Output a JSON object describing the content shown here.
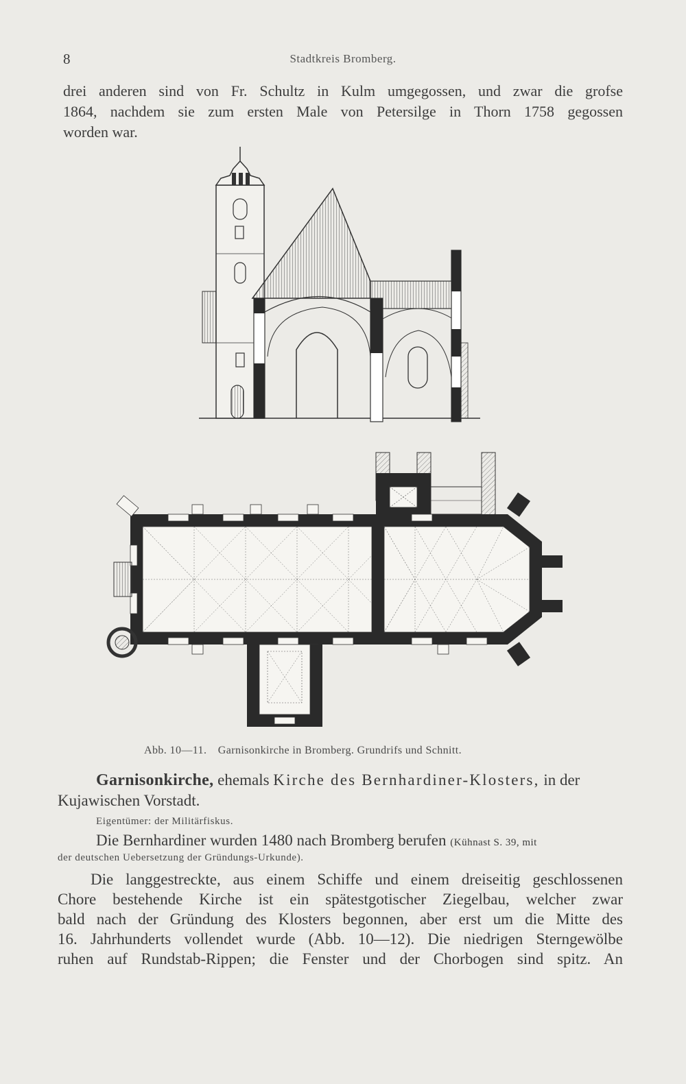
{
  "header": {
    "page_number": "8",
    "running_head": "Stadtkreis Bromberg."
  },
  "top_paragraph": {
    "lines": [
      "drei anderen sind von Fr. Schultz in Kulm umgegossen, und zwar die grofse",
      "1864, nachdem sie zum ersten Male von Petersilge in Thorn 1758 gegossen",
      "worden war."
    ]
  },
  "figure": {
    "caption_label": "Abb. 10—11.",
    "caption_text": "Garnisonkirche in Bromberg.  Grundrifs und Schnitt."
  },
  "entry": {
    "title": "Garnisonkirche,",
    "subtitle_pre": "ehemals",
    "subtitle_spaced": "Kirche des Bernhardiner-Klosters,",
    "subtitle_post": "in der",
    "subtitle_line2": "Kujawischen Vorstadt.",
    "owner": "Eigentümer: der Militärfiskus.",
    "p1_line1_main": "Die Bernhardiner wurden 1480 nach Bromberg berufen",
    "p1_line1_ref": "(Kühnast S. 39, mit",
    "p1_line2": "der deutschen Uebersetzung der Gründungs-Urkunde).",
    "p2_lines": [
      "Die langgestreckte, aus einem Schiffe und einem dreiseitig geschlossenen",
      "Chore bestehende Kirche ist ein spätestgotischer Ziegelbau, welcher zwar",
      "bald nach der Gründung des Klosters begonnen, aber erst um die Mitte des",
      "16. Jahrhunderts vollendet wurde (Abb. 10—12). Die niedrigen Sterngewölbe",
      "ruhen auf Rundstab-Rippen; die Fenster und der Chorbogen sind spitz. An"
    ]
  }
}
